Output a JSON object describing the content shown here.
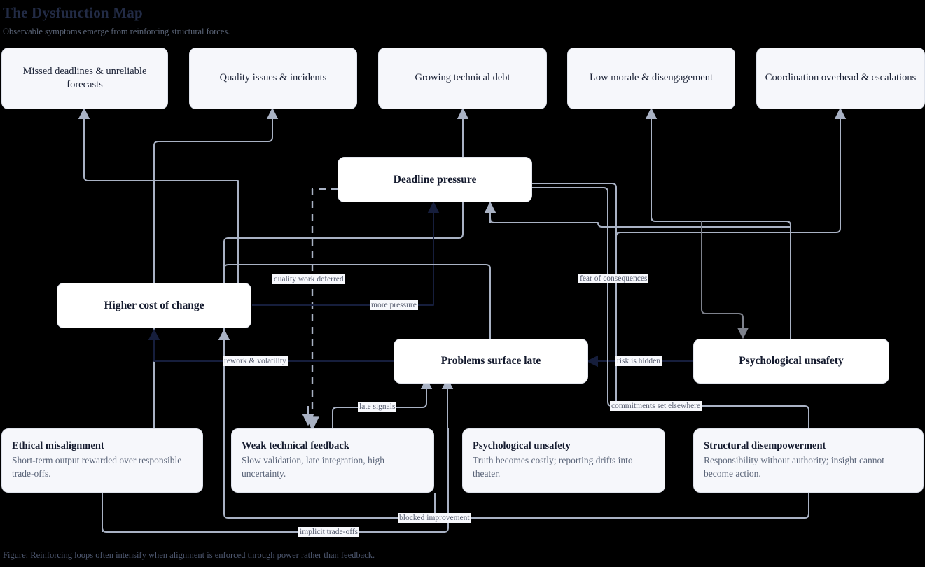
{
  "header": {
    "title": "The Dysfunction Map",
    "subtitle": "Observable symptoms emerge from reinforcing structural forces."
  },
  "caption": "Figure: Reinforcing loops often intensify when alignment is enforced through power rather than feedback.",
  "colors": {
    "background": "#000000",
    "symptom_fill": "#f6f7fb",
    "core_fill": "#ffffff",
    "text_dark": "#141a2e",
    "text_muted": "#5b6579",
    "wire_light": "#a9b2c4",
    "wire_dark": "#161e3c",
    "wire_gray": "#7e828c"
  },
  "symptoms": [
    {
      "id": "missed-deadlines",
      "label": "Missed deadlines & unreliable forecasts"
    },
    {
      "id": "quality-issues",
      "label": "Quality issues & incidents"
    },
    {
      "id": "technical-debt",
      "label": "Growing technical debt"
    },
    {
      "id": "low-morale",
      "label": "Low morale & disengagement"
    },
    {
      "id": "coordination",
      "label": "Coordination overhead & escalations"
    }
  ],
  "core": [
    {
      "id": "deadline-pressure",
      "label": "Deadline pressure"
    },
    {
      "id": "higher-cost-of-change",
      "label": "Higher cost of change"
    },
    {
      "id": "problems-surface-late",
      "label": "Problems surface late"
    },
    {
      "id": "psychological-unsafety",
      "label": "Psychological unsafety"
    }
  ],
  "roots": [
    {
      "id": "ethical-misalignment",
      "title": "Ethical misalignment",
      "desc": "Short-term output rewarded over responsible trade-offs."
    },
    {
      "id": "weak-technical-feedback",
      "title": "Weak technical feedback",
      "desc": "Slow validation, late integration, high uncertainty."
    },
    {
      "id": "psychological-unsafety-root",
      "title": "Psychological unsafety",
      "desc": "Truth becomes costly; reporting drifts into theater."
    },
    {
      "id": "structural-disempowerment",
      "title": "Structural disempowerment",
      "desc": "Responsibility without authority; insight cannot become action."
    }
  ],
  "edge_labels": [
    {
      "id": "quality-work-deferred",
      "text": "quality work deferred"
    },
    {
      "id": "more-pressure",
      "text": "more pressure"
    },
    {
      "id": "fear-of-consequences",
      "text": "fear of consequences"
    },
    {
      "id": "rework-and-volatility",
      "text": "rework & volatility"
    },
    {
      "id": "risk-is-hidden",
      "text": "risk is hidden"
    },
    {
      "id": "late-signals",
      "text": "late signals"
    },
    {
      "id": "commitments-set-elsewhere",
      "text": "commitments set elsewhere"
    },
    {
      "id": "blocked-improvement",
      "text": "blocked improvement"
    },
    {
      "id": "implicit-trade-offs",
      "text": "implicit trade-offs"
    }
  ]
}
